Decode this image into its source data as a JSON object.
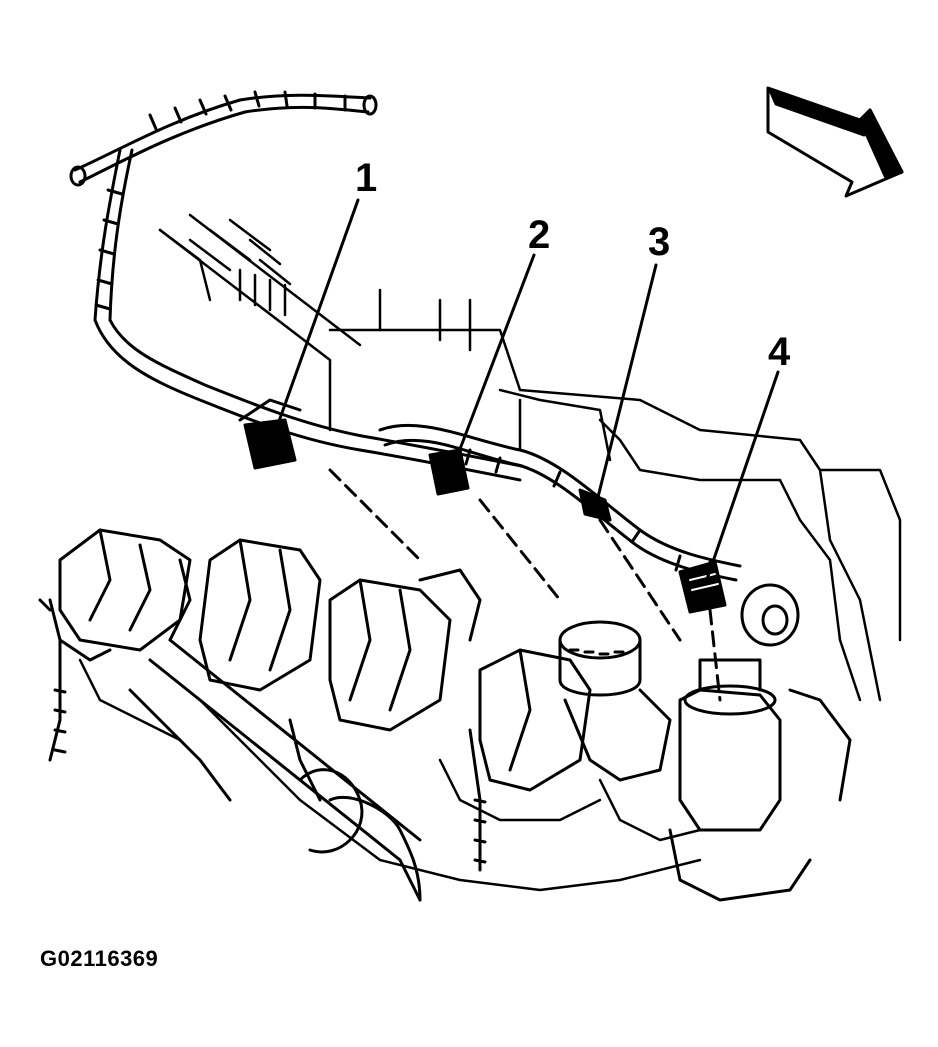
{
  "diagram": {
    "figure_id": "G02116369",
    "callouts": [
      {
        "label": "1"
      },
      {
        "label": "2"
      },
      {
        "label": "3"
      },
      {
        "label": "4"
      }
    ],
    "direction_arrow": "front-arrow-icon",
    "line_color": "#000000",
    "background_color": "#ffffff"
  }
}
